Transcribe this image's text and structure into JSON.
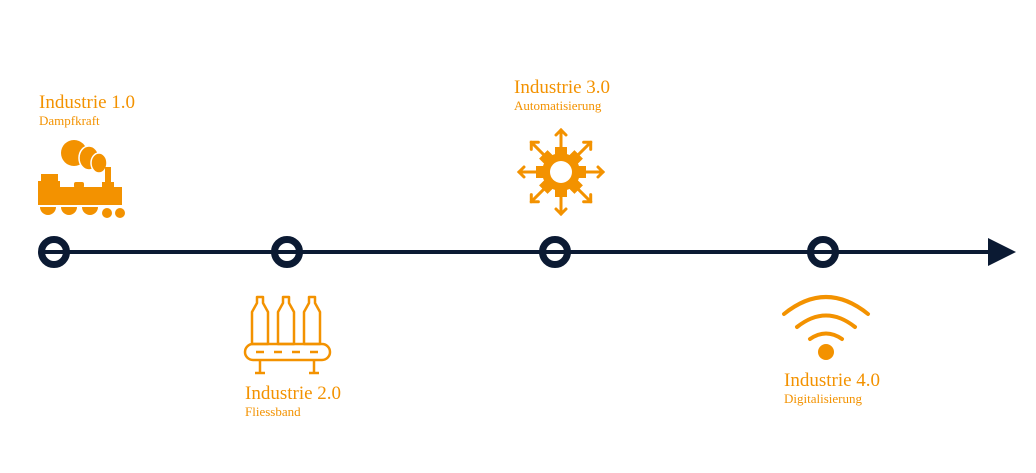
{
  "colors": {
    "accent": "#F39200",
    "timeline": "#0B1A33"
  },
  "milestones": [
    {
      "title": "Industrie 1.0",
      "subtitle": "Dampfkraft",
      "icon": "steam-locomotive-icon"
    },
    {
      "title": "Industrie 2.0",
      "subtitle": "Fliessband",
      "icon": "conveyor-belt-bottles-icon"
    },
    {
      "title": "Industrie 3.0",
      "subtitle": "Automatisierung",
      "icon": "gear-arrows-icon"
    },
    {
      "title": "Industrie 4.0",
      "subtitle": "Digitalisierung",
      "icon": "wifi-icon"
    }
  ]
}
